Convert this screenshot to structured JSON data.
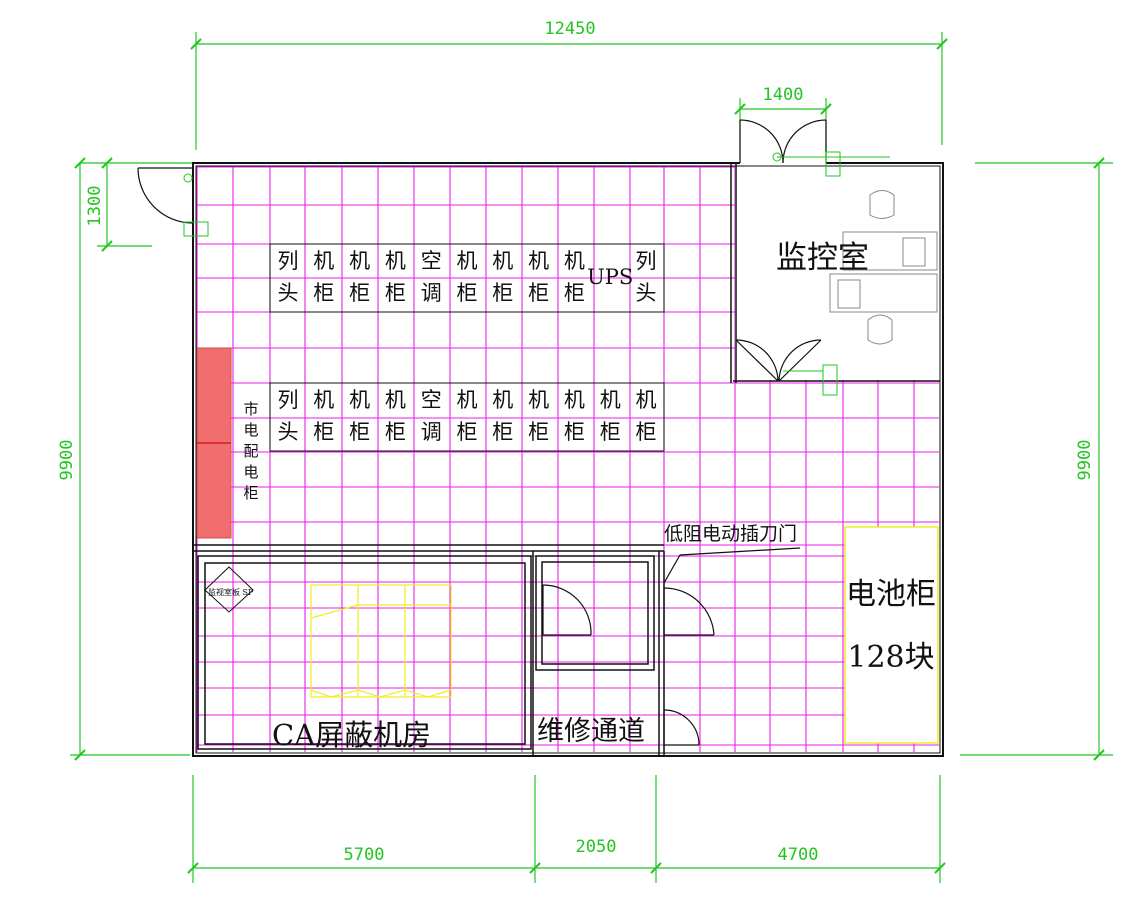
{
  "dimensions": {
    "total_width": "12450",
    "door_width": "1400",
    "left_offset": "1300",
    "height_left": "9900",
    "height_right": "9900",
    "bottom_1": "5700",
    "bottom_2": "2050",
    "bottom_3": "4700"
  },
  "rooms": {
    "monitor_room": "监控室",
    "shield_room": "CA屏蔽机房",
    "maintenance": "维修通道",
    "battery_title": "电池柜",
    "battery_count": "128块",
    "door_label": "低阻电动插刀门",
    "power_cabinet": "市电配电柜",
    "small_symbol": "监视室板 SP"
  },
  "row1": [
    "列头",
    "机柜",
    "机柜",
    "机柜",
    "空调",
    "机柜",
    "机柜",
    "机柜",
    "机柜",
    "UPS",
    "列头"
  ],
  "row2": [
    "列头",
    "机柜",
    "机柜",
    "机柜",
    "空调",
    "机柜",
    "机柜",
    "机柜",
    "机柜",
    "机柜",
    "机柜"
  ],
  "colors": {
    "grid": "#e81ee8",
    "wall": "#111111",
    "dimension": "#22c522",
    "battery_outline": "#eeee22",
    "power_cabinet_fill": "#f06e6e",
    "furniture": "#888888"
  }
}
